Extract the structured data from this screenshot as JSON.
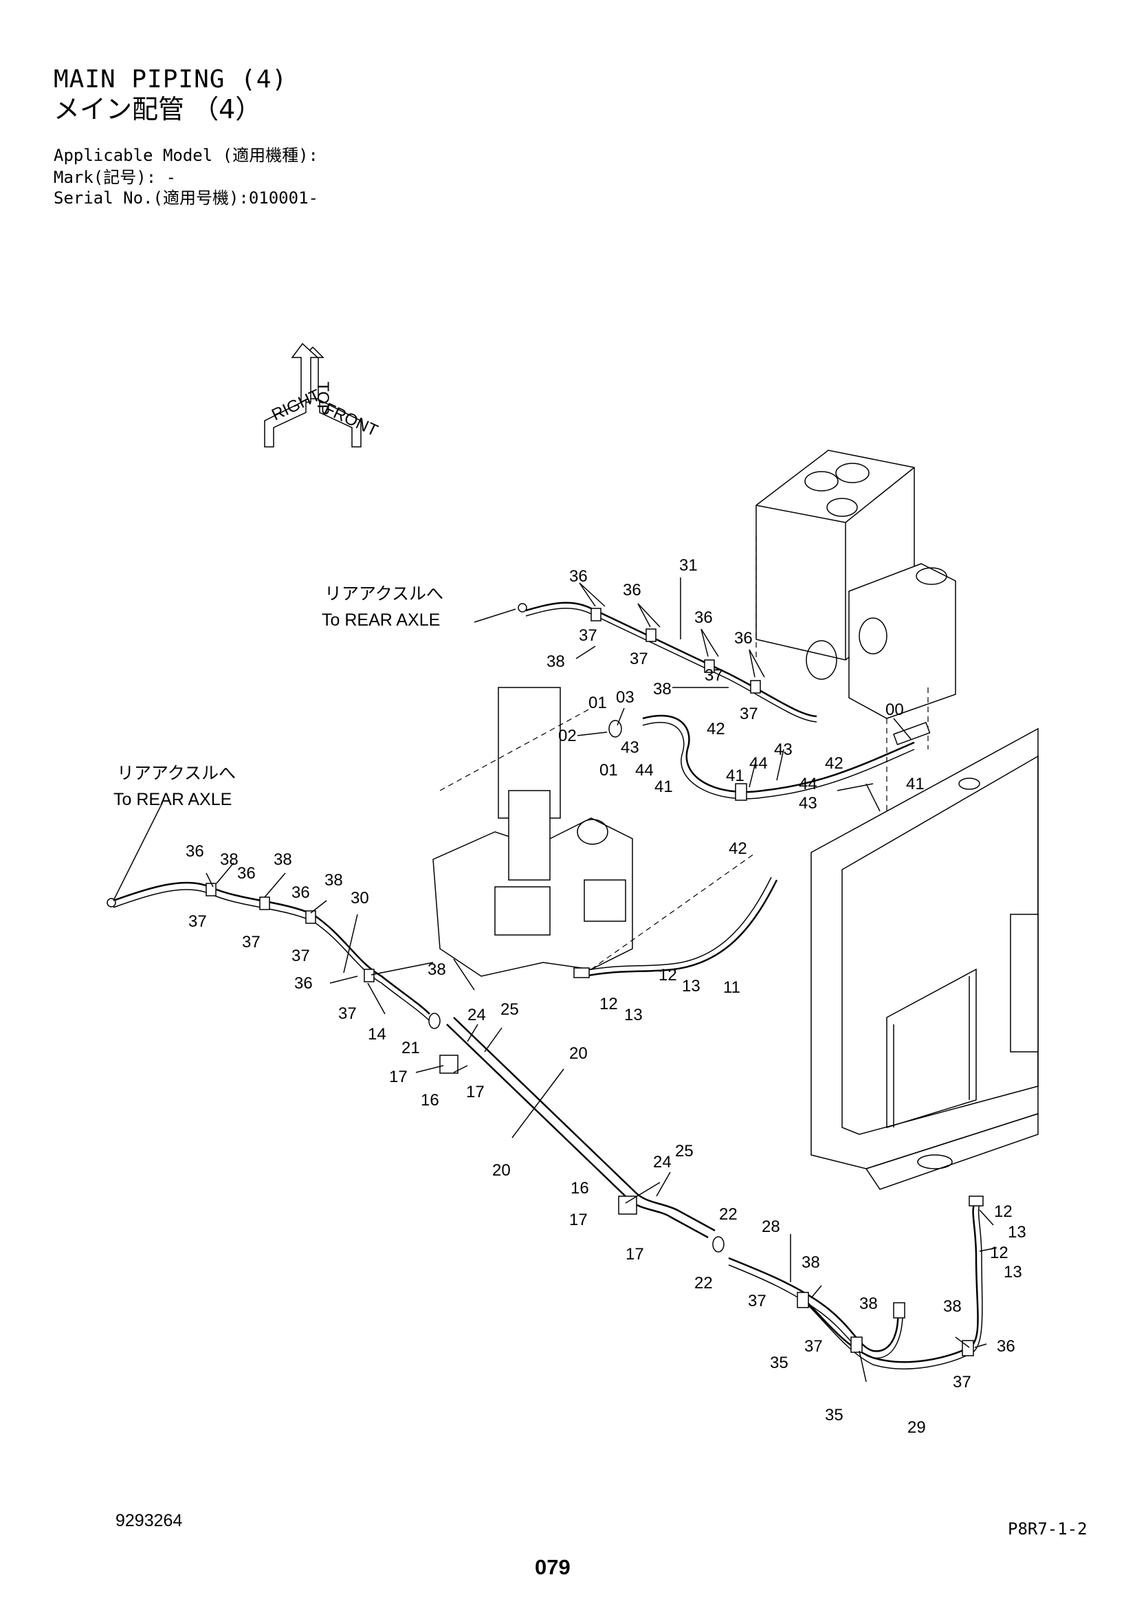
{
  "title_en": "MAIN PIPING (4)",
  "title_jp": "メイン配管 （4）",
  "meta": {
    "model": "Applicable Model (適用機種):",
    "mark": "Mark(記号): -",
    "serial": "Serial No.(適用号機):010001-"
  },
  "notes": {
    "rear_axle_jp": "リアアクスルへ",
    "rear_axle_en": "To REAR AXLE"
  },
  "compass": {
    "top": "TOP",
    "right": "RIGHT",
    "front": "FRONT"
  },
  "callouts": {
    "c31": "31",
    "c36": "36",
    "c37": "37",
    "c38": "38",
    "c00": "00",
    "c01": "01",
    "c02": "02",
    "c03": "03",
    "c41": "41",
    "c42": "42",
    "c43": "43",
    "c44": "44",
    "c11": "11",
    "c12": "12",
    "c13": "13",
    "c14": "14",
    "c16": "16",
    "c17": "17",
    "c20": "20",
    "c21": "21",
    "c22": "22",
    "c24": "24",
    "c25": "25",
    "c28": "28",
    "c29": "29",
    "c30": "30",
    "c35": "35"
  },
  "footer": {
    "doc_number": "9293264",
    "page_code": "P8R7-1-2",
    "page_number": "079"
  }
}
